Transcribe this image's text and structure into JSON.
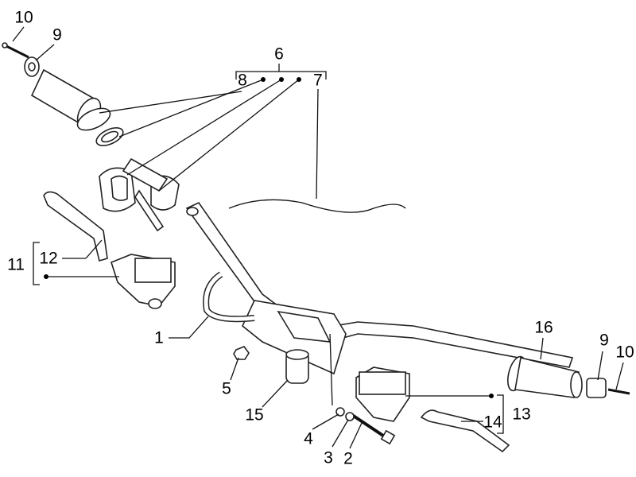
{
  "diagram": {
    "callouts": {
      "c10_left": "10",
      "c9_left": "9",
      "c6": "6",
      "c8": "8",
      "c7": "7",
      "c11": "11",
      "c12": "12",
      "c1": "1",
      "c5": "5",
      "c15": "15",
      "c16": "16",
      "c9_right": "9",
      "c10_right": "10",
      "c13": "13",
      "c14": "14",
      "c4": "4",
      "c3": "3",
      "c2": "2"
    }
  }
}
